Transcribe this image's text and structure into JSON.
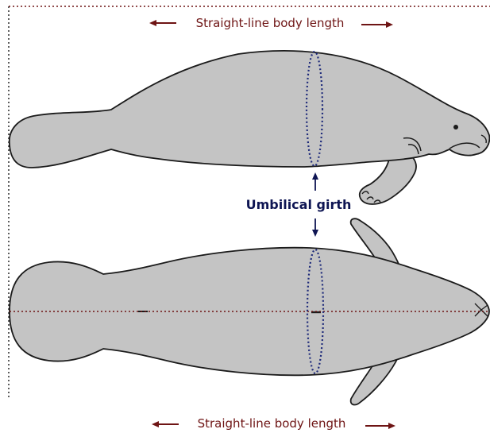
{
  "labels": {
    "top_length": "Straight-line body length",
    "bottom_length": "Straight-line body length",
    "girth": "Umbilical girth"
  },
  "colors": {
    "body_fill": "#c4c4c4",
    "outline": "#1b1b1b",
    "length_color": "#6e1414",
    "girth_color": "#0e1553"
  }
}
